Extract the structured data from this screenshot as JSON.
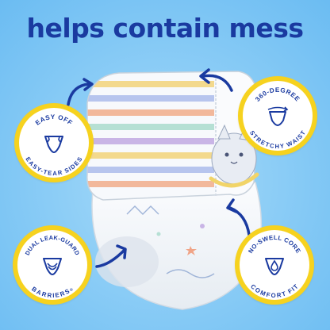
{
  "headline": "helps contain mess",
  "badges": [
    {
      "top": "EASY OFF",
      "bottom": "EASY-TEAR SIDES",
      "icon": "tear-sides-icon"
    },
    {
      "top": "360-DEGREE",
      "bottom": "STRETCHY WAIST",
      "icon": "stretchy-waist-icon"
    },
    {
      "top": "DUAL LEAK-GUARD",
      "bottom": "BARRIERS",
      "bottom_mark": "®",
      "icon": "leak-guard-icon"
    },
    {
      "top": "NO-SWELL CORE",
      "bottom": "COMFORT FIT",
      "icon": "droplet-icon"
    }
  ],
  "colors": {
    "headline": "#1a3aa0",
    "badge_ring": "#f6d21f",
    "badge_text": "#1a3aa0",
    "background": "#8ccdf6"
  }
}
